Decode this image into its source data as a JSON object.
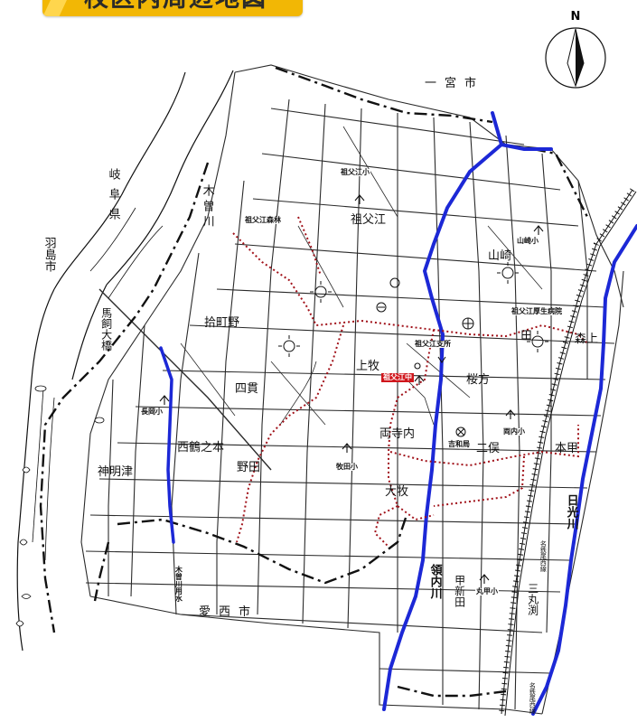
{
  "title": "校区内周辺地図",
  "compass": {
    "north": "N"
  },
  "colors": {
    "banner": "#f2b705",
    "river": "#1c28d6",
    "walk_route": "#a1121a",
    "school_badge": "#d0161c"
  },
  "labels": {
    "ichinomiya": "一宮市",
    "aisai": "愛西市",
    "hashima": "羽島市",
    "gifu": "岐阜県",
    "kisogawa": "木曽川",
    "umakai": "馬飼大橋",
    "sofue": "祖父江",
    "yamasaki": "山崎",
    "shukuchono": "拾町野",
    "shinuki": "四貫",
    "nishitsurunomoto": "西鶴之本",
    "nodaa": "野田",
    "shinmeitsu": "神明津",
    "kamimaki": "上牧",
    "sakuragata": "桜方",
    "ryojiuchi": "両寺内",
    "futamata": "二俣",
    "motogo": "本甲",
    "omaki": "大牧",
    "moriage": "森上",
    "ryonaigawa": "領内川",
    "koshinden": "甲新田",
    "sanmarubuchi": "三丸渕",
    "nikkogawa": "日光川",
    "kisogawa_yosui": "木曽川用水"
  },
  "facilities": {
    "sofue_sho": "祖父江小",
    "sofue_kouen": "祖父江森林",
    "yamasaki_sho": "山崎小",
    "welfare": "祖父江厚生病院",
    "sofue_shisho": "祖父江支所",
    "sofue_chu": "祖父江中",
    "nagaoka_sho": "長岡小",
    "hotate_sho": "牧田小",
    "yoshiwa": "吉和局",
    "sonaiuchi_sho": "両内小",
    "maruko_sho": "丸甲小"
  },
  "rail": {
    "name1": "名鉄尾西線",
    "name2": "名鉄尾西線"
  }
}
